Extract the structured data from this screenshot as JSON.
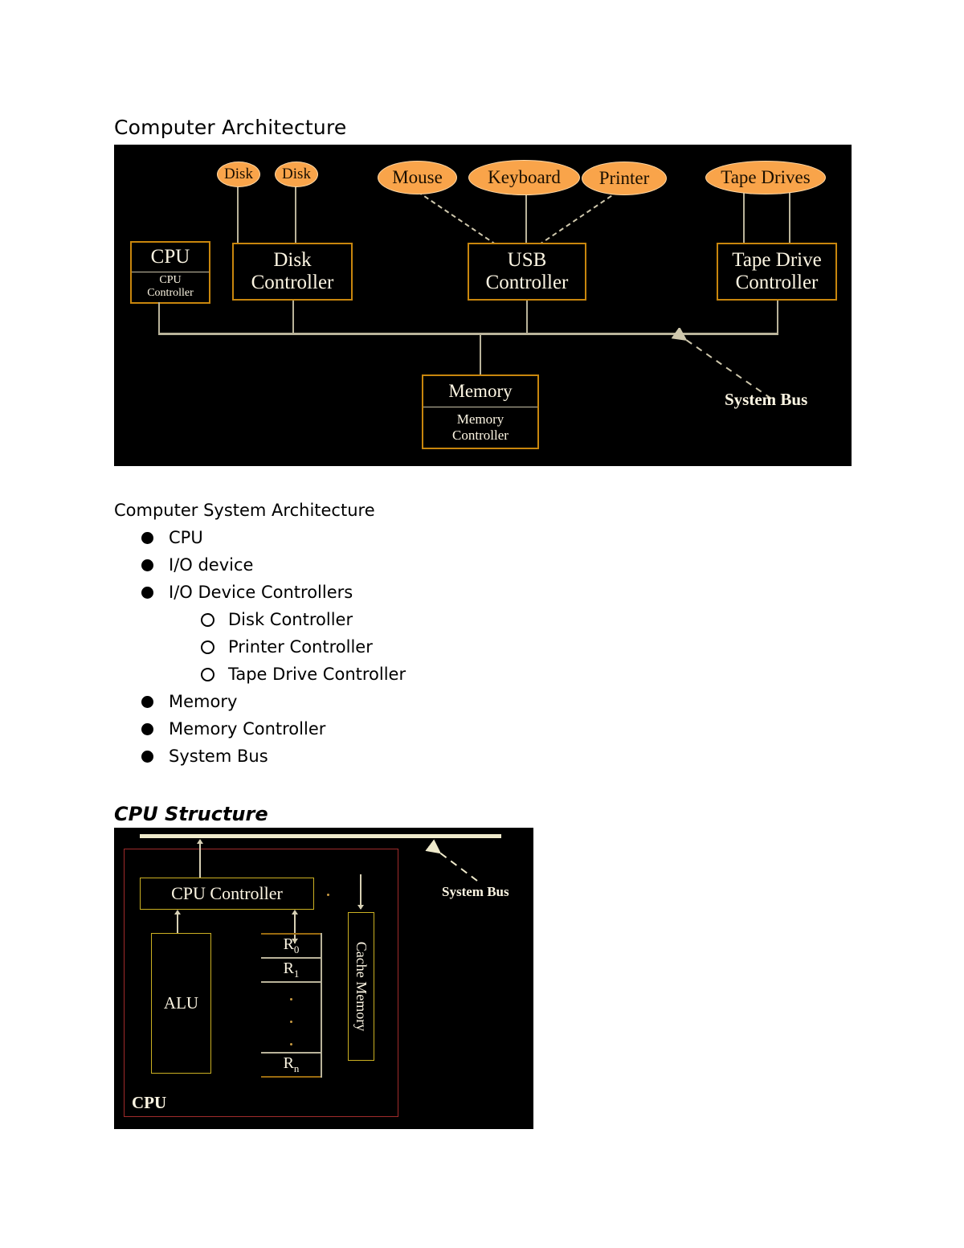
{
  "document": {
    "heading_architecture": "Computer Architecture",
    "heading_system_architecture": "Computer System Architecture",
    "heading_cpu_structure": "CPU Structure"
  },
  "outline": {
    "items": [
      {
        "level": 1,
        "marker": "filled-bullet",
        "label": "CPU"
      },
      {
        "level": 1,
        "marker": "filled-bullet",
        "label": "I/O device"
      },
      {
        "level": 1,
        "marker": "filled-bullet",
        "label": "I/O Device Controllers"
      },
      {
        "level": 2,
        "marker": "hollow-bullet",
        "label": "Disk Controller"
      },
      {
        "level": 2,
        "marker": "hollow-bullet",
        "label": "Printer Controller"
      },
      {
        "level": 2,
        "marker": "hollow-bullet",
        "label": "Tape Drive Controller"
      },
      {
        "level": 1,
        "marker": "filled-bullet",
        "label": "Memory"
      },
      {
        "level": 1,
        "marker": "filled-bullet",
        "label": "Memory Controller"
      },
      {
        "level": 1,
        "marker": "filled-bullet",
        "label": "System Bus"
      }
    ]
  },
  "architecture_diagram": {
    "devices": [
      {
        "id": "disk-1",
        "label": "Disk"
      },
      {
        "id": "disk-2",
        "label": "Disk"
      },
      {
        "id": "mouse",
        "label": "Mouse"
      },
      {
        "id": "keyboard",
        "label": "Keyboard"
      },
      {
        "id": "printer",
        "label": "Printer"
      },
      {
        "id": "tape-drives",
        "label": "Tape Drives"
      }
    ],
    "cpu_box": {
      "title": "CPU",
      "subtitle": "CPU",
      "subtitle2": "Controller"
    },
    "controllers": [
      {
        "id": "disk-controller",
        "line1": "Disk",
        "line2": "Controller"
      },
      {
        "id": "usb-controller",
        "line1": "USB",
        "line2": "Controller"
      },
      {
        "id": "tape-drive-controller",
        "line1": "Tape Drive",
        "line2": "Controller"
      }
    ],
    "memory_box": {
      "title": "Memory",
      "subtitle": "Memory",
      "subtitle2": "Controller"
    },
    "bus_label": "System Bus",
    "colors": {
      "canvas": "#000000",
      "device_fill": "#F9A44A",
      "box_border": "#C8860D",
      "wire": "#b9b39a",
      "text": "#fdf6e3"
    }
  },
  "cpu_structure_diagram": {
    "bus_label": "System Bus",
    "cpu_label": "CPU",
    "controller_label": "CPU Controller",
    "alu_label": "ALU",
    "cache_label": "Cache Memory",
    "registers": [
      "R",
      "R",
      "R"
    ],
    "register_subscripts": [
      "0",
      "1",
      "n"
    ],
    "register_labels": [
      "R0",
      "R1",
      "Rn"
    ],
    "ellipsis": "· · ·",
    "colors": {
      "cpu_boundary": "#a02b2b",
      "bus": "#efeacb",
      "box_border": "#cbb022",
      "text": "#fdf6e3"
    }
  }
}
